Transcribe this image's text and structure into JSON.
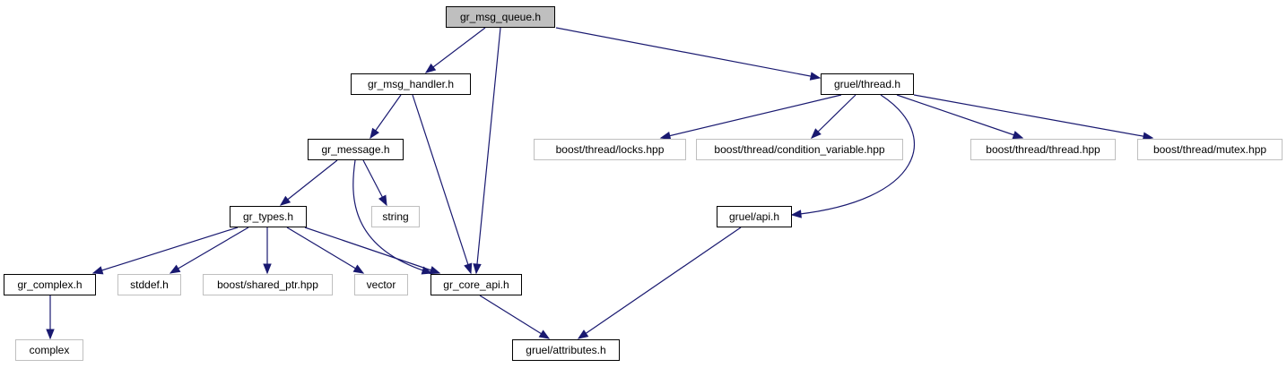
{
  "diagram": {
    "edge_color": "#191970",
    "nodes": {
      "root": {
        "label": "gr_msg_queue.h",
        "style": "root"
      },
      "handler": {
        "label": "gr_msg_handler.h",
        "style": "solid"
      },
      "thread": {
        "label": "gruel/thread.h",
        "style": "solid"
      },
      "message": {
        "label": "gr_message.h",
        "style": "solid"
      },
      "types": {
        "label": "gr_types.h",
        "style": "solid"
      },
      "string": {
        "label": "string",
        "style": "ghost"
      },
      "complex_h": {
        "label": "gr_complex.h",
        "style": "solid"
      },
      "stddef": {
        "label": "stddef.h",
        "style": "ghost"
      },
      "shared_ptr": {
        "label": "boost/shared_ptr.hpp",
        "style": "ghost"
      },
      "vector": {
        "label": "vector",
        "style": "ghost"
      },
      "core_api": {
        "label": "gr_core_api.h",
        "style": "solid"
      },
      "complex": {
        "label": "complex",
        "style": "ghost"
      },
      "attributes": {
        "label": "gruel/attributes.h",
        "style": "solid"
      },
      "api": {
        "label": "gruel/api.h",
        "style": "solid"
      },
      "locks": {
        "label": "boost/thread/locks.hpp",
        "style": "ghost"
      },
      "condvar": {
        "label": "boost/thread/condition_variable.hpp",
        "style": "ghost"
      },
      "bthread": {
        "label": "boost/thread/thread.hpp",
        "style": "ghost"
      },
      "mutex": {
        "label": "boost/thread/mutex.hpp",
        "style": "ghost"
      }
    },
    "edges": [
      [
        "root",
        "handler"
      ],
      [
        "root",
        "core_api"
      ],
      [
        "root",
        "thread"
      ],
      [
        "handler",
        "message"
      ],
      [
        "handler",
        "core_api"
      ],
      [
        "message",
        "types"
      ],
      [
        "message",
        "string"
      ],
      [
        "message",
        "core_api"
      ],
      [
        "types",
        "complex_h"
      ],
      [
        "types",
        "stddef"
      ],
      [
        "types",
        "shared_ptr"
      ],
      [
        "types",
        "vector"
      ],
      [
        "types",
        "core_api"
      ],
      [
        "complex_h",
        "complex"
      ],
      [
        "core_api",
        "attributes"
      ],
      [
        "thread",
        "locks"
      ],
      [
        "thread",
        "condvar"
      ],
      [
        "thread",
        "bthread"
      ],
      [
        "thread",
        "mutex"
      ],
      [
        "thread",
        "api"
      ],
      [
        "api",
        "attributes"
      ]
    ]
  }
}
